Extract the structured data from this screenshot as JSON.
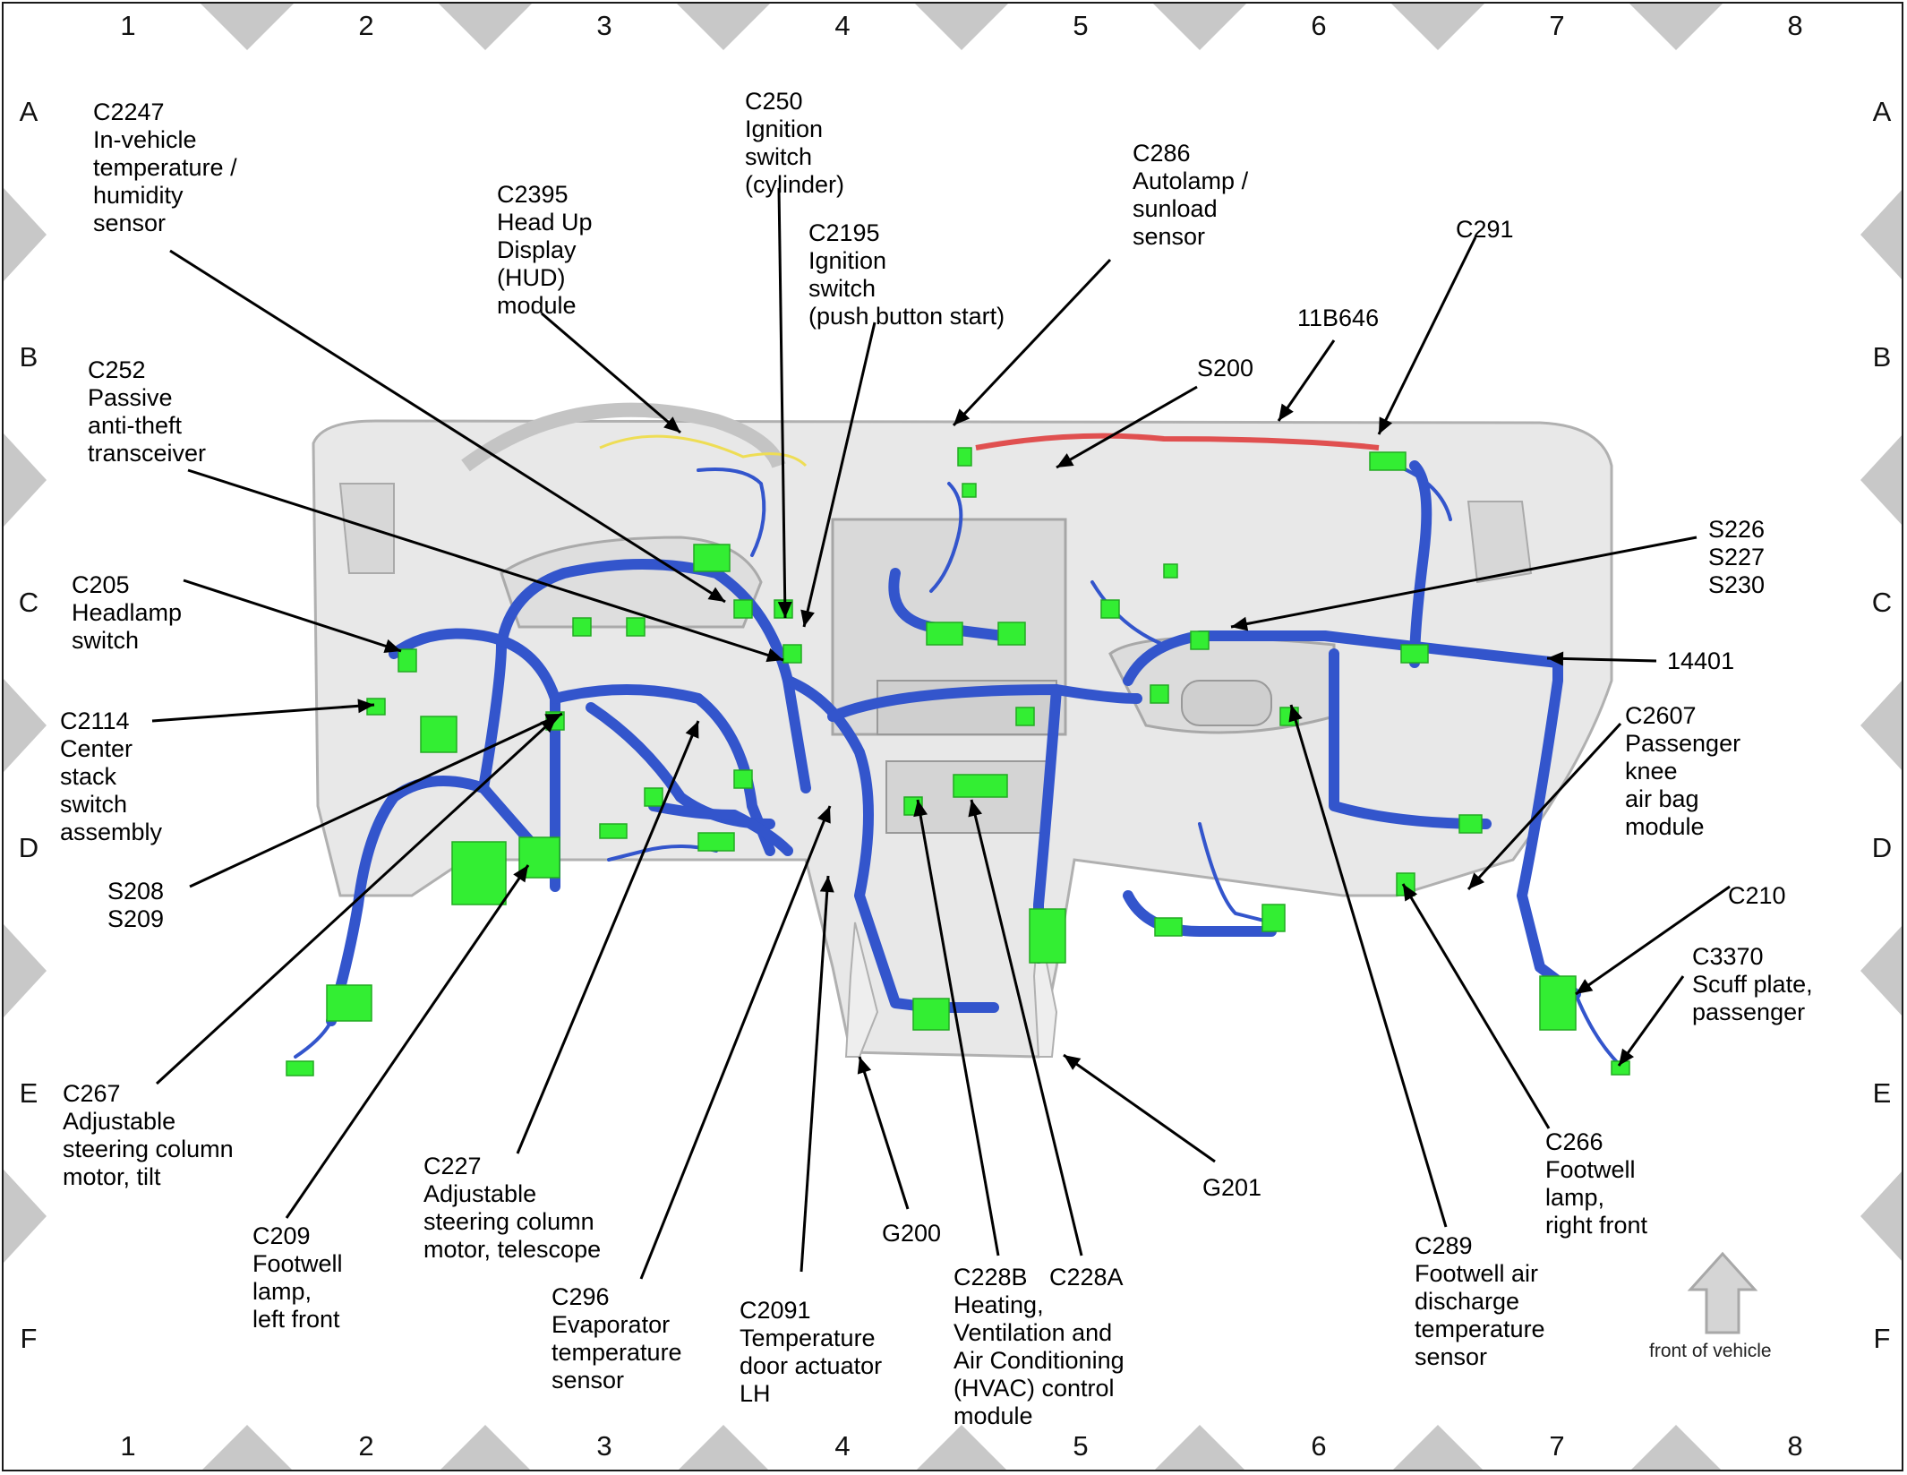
{
  "grid": {
    "columns": [
      "1",
      "2",
      "3",
      "4",
      "5",
      "6",
      "7",
      "8"
    ],
    "rows": [
      "A",
      "B",
      "C",
      "D",
      "E",
      "F"
    ]
  },
  "labels": {
    "c2247": "C2247\nIn-vehicle\ntemperature /\nhumidity\nsensor",
    "c2395": "C2395\nHead Up\nDisplay\n(HUD)\nmodule",
    "c250": "C250\nIgnition\nswitch\n(cylinder)",
    "c2195": "C2195\nIgnition\nswitch\n(push button start)",
    "c286": "C286\nAutolamp /\nsunload\nsensor",
    "c291": "C291",
    "b646": "11B646",
    "s200": "S200",
    "c252": "C252\nPassive\nanti-theft\ntransceiver",
    "s226": "S226\nS227\nS230",
    "c205": "C205\nHeadlamp\nswitch",
    "p14401": "14401",
    "c2114": "C2114\nCenter\nstack\nswitch\nassembly",
    "c2607": "C2607\nPassenger\nknee\nair bag\nmodule",
    "s208": "S208\nS209",
    "c210": "C210",
    "c3370": "C3370\nScuff plate,\npassenger",
    "c267": "C267\nAdjustable\nsteering column\nmotor, tilt",
    "c227": "C227\nAdjustable\nsteering column\nmotor, telescope",
    "g201": "G201",
    "c266": "C266\nFootwell\nlamp,\nright front",
    "c209": "C209\nFootwell\nlamp,\nleft front",
    "g200": "G200",
    "c228b": "C228B\nHeating,\nVentilation and\nAir Conditioning\n(HVAC) control\nmodule",
    "c228a": "C228A",
    "c289": "C289\nFootwell air\ndischarge\ntemperature\nsensor",
    "c296": "C296\nEvaporator\ntemperature\nsensor",
    "c2091": "C2091\nTemperature\ndoor actuator\nLH"
  },
  "front_of_vehicle": "front of vehicle",
  "colors": {
    "harness": "#3355cc",
    "harness_dark": "#1f2f8f",
    "connector": "#33ee33",
    "red_wire": "#e05050",
    "yellow_wire": "#eedd55",
    "panel": "#e6e6e6",
    "panel_edge": "#b5b5b5",
    "margin_marker": "#c8c8c8"
  }
}
